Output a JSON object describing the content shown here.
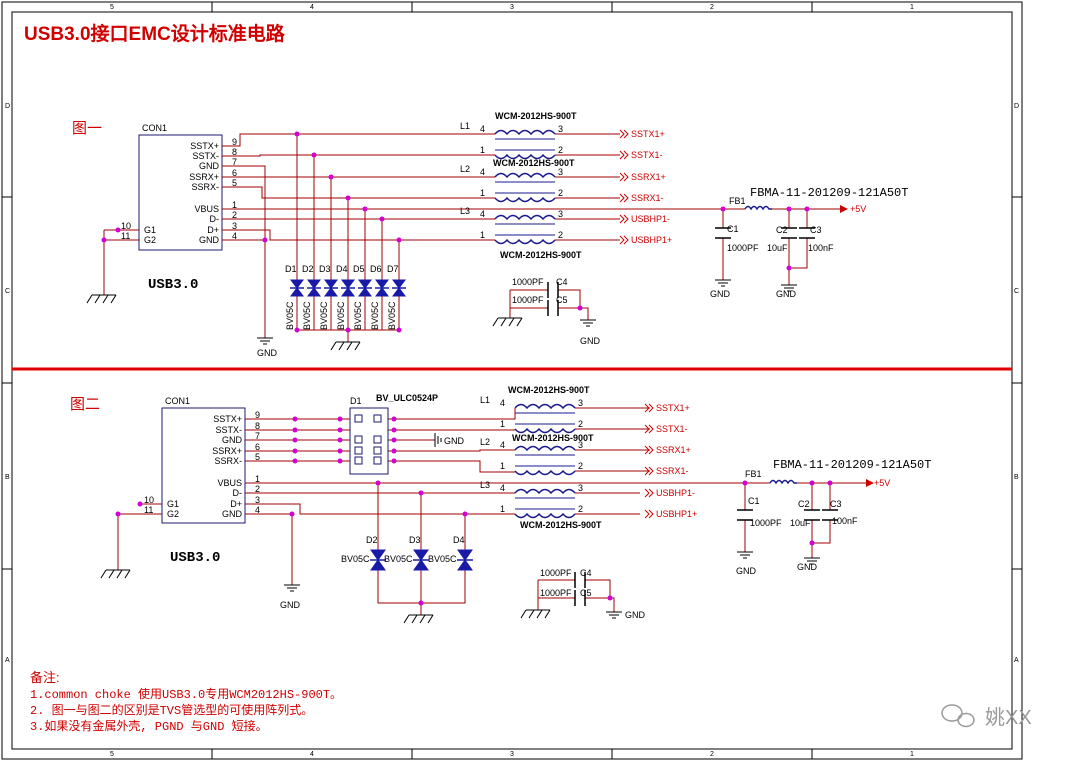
{
  "title": "USB3.0接口EMC设计标准电路",
  "border": {
    "cols_top": [
      "5",
      "4",
      "3",
      "2",
      "1"
    ],
    "cols_bottom": [
      "5",
      "4",
      "3",
      "2",
      "1"
    ],
    "rows": [
      "D",
      "C",
      "B",
      "A"
    ]
  },
  "fig1": {
    "label": "图一",
    "con_name": "CON1",
    "con_pins_left": [
      {
        "name": "SSTX+",
        "num": "9"
      },
      {
        "name": "SSTX-",
        "num": "8"
      },
      {
        "name": "GND",
        "num": "7"
      },
      {
        "name": "SSRX+",
        "num": "6"
      },
      {
        "name": "SSRX-",
        "num": "5"
      },
      {
        "name": "VBUS",
        "num": "1"
      },
      {
        "name": "D-",
        "num": "2"
      },
      {
        "name": "D+",
        "num": "3"
      },
      {
        "name": "GND",
        "num": "4"
      }
    ],
    "con_g_pins": [
      {
        "name": "G1",
        "num": "10"
      },
      {
        "name": "G2",
        "num": "11"
      }
    ],
    "con_part": "USB3.0",
    "chokes": [
      {
        "ref": "L1",
        "part": "WCM-2012HS-900T"
      },
      {
        "ref": "L2",
        "part": "WCM-2012HS-900T"
      },
      {
        "ref": "L3",
        "part": "WCM-2012HS-900T"
      }
    ],
    "choke_pins": [
      "4",
      "3",
      "1",
      "2"
    ],
    "nets": [
      "SSTX1+",
      "SSTX1-",
      "SSRX1+",
      "SSRX1-",
      "USBHP1-",
      "USBHP1+"
    ],
    "diodes": [
      "D1",
      "D2",
      "D3",
      "D4",
      "D5",
      "D6",
      "D7"
    ],
    "diode_part": "BV05C",
    "fb": {
      "ref": "FB1",
      "part": "FBMA-11-201209-121A50T"
    },
    "caps": [
      {
        "ref": "C1",
        "val": "1000PF"
      },
      {
        "ref": "C2",
        "val": "10uF"
      },
      {
        "ref": "C3",
        "val": "100nF"
      },
      {
        "ref": "C4",
        "val": "1000PF"
      },
      {
        "ref": "C5",
        "val": "1000PF"
      }
    ],
    "vcc": "+5V",
    "gnd": "GND"
  },
  "fig2": {
    "label": "图二",
    "con_name": "CON1",
    "con_part": "USB3.0",
    "array_ref": "D1",
    "array_part": "BV_ULC0524P",
    "diodes": [
      "D2",
      "D3",
      "D4"
    ],
    "diode_part": "BV05C",
    "gnd": "GND"
  },
  "notes": {
    "heading": "备注:",
    "lines": [
      "1.common choke 使用USB3.0专用WCM2012HS-900T。",
      "2. 图一与图二的区别是TVS管选型的可使用阵列式。",
      "3.如果没有金属外壳, PGND 与GND 短接。"
    ]
  },
  "watermark": "姚XX"
}
